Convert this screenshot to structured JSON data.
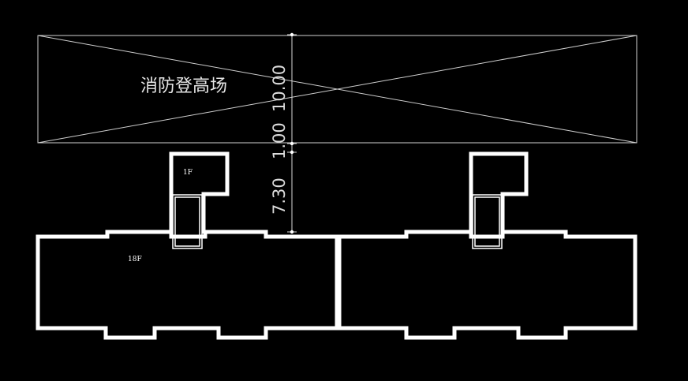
{
  "drawing": {
    "platform_label": "消防登高场",
    "dimensions": [
      "10.00",
      "1.00",
      "7.30"
    ],
    "floor_labels": {
      "stair_core": "1F",
      "main_block": "18F"
    },
    "colors": {
      "background": "#000000",
      "linework": "#ffffff"
    }
  }
}
